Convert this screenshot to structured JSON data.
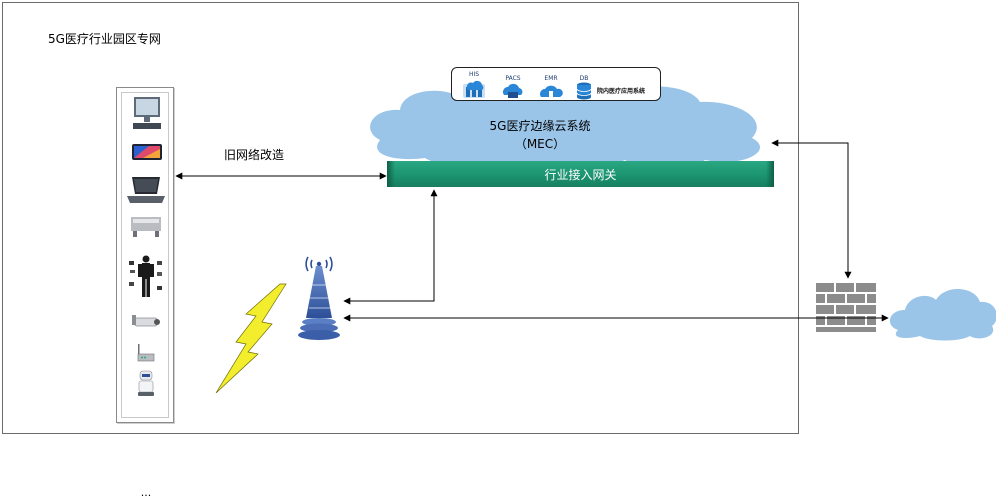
{
  "diagram": {
    "title": "5G医疗行业园区专网",
    "old_network_label": "旧网络改造",
    "mec_label_line1": "5G医疗边缘云系统",
    "mec_label_line2": "（MEC）",
    "gateway_label": "行业接入网关",
    "apps": [
      {
        "label": "HIS",
        "icon": "server-cloud-icon"
      },
      {
        "label": "PACS",
        "icon": "pacs-cloud-icon"
      },
      {
        "label": "EMR",
        "icon": "cloud-icon"
      },
      {
        "label": "DB",
        "icon": "database-icon"
      }
    ],
    "apps_system_label": "院内医疗应用系统",
    "devices": [
      {
        "icon": "desktop-computer-icon"
      },
      {
        "icon": "tablet-icon"
      },
      {
        "icon": "laptop-icon"
      },
      {
        "icon": "medical-scanner-icon"
      },
      {
        "icon": "wearable-devices-icon"
      },
      {
        "icon": "surveillance-camera-icon"
      },
      {
        "icon": "router-icon"
      },
      {
        "icon": "robot-icon"
      }
    ],
    "devices_more": "...",
    "colors": {
      "cloud": "#9ac5e8",
      "gateway": "#1f9a74",
      "firewall": "#8c8c8c",
      "tower": "#3a5fa8",
      "lightning": "#f2ee2e"
    }
  }
}
